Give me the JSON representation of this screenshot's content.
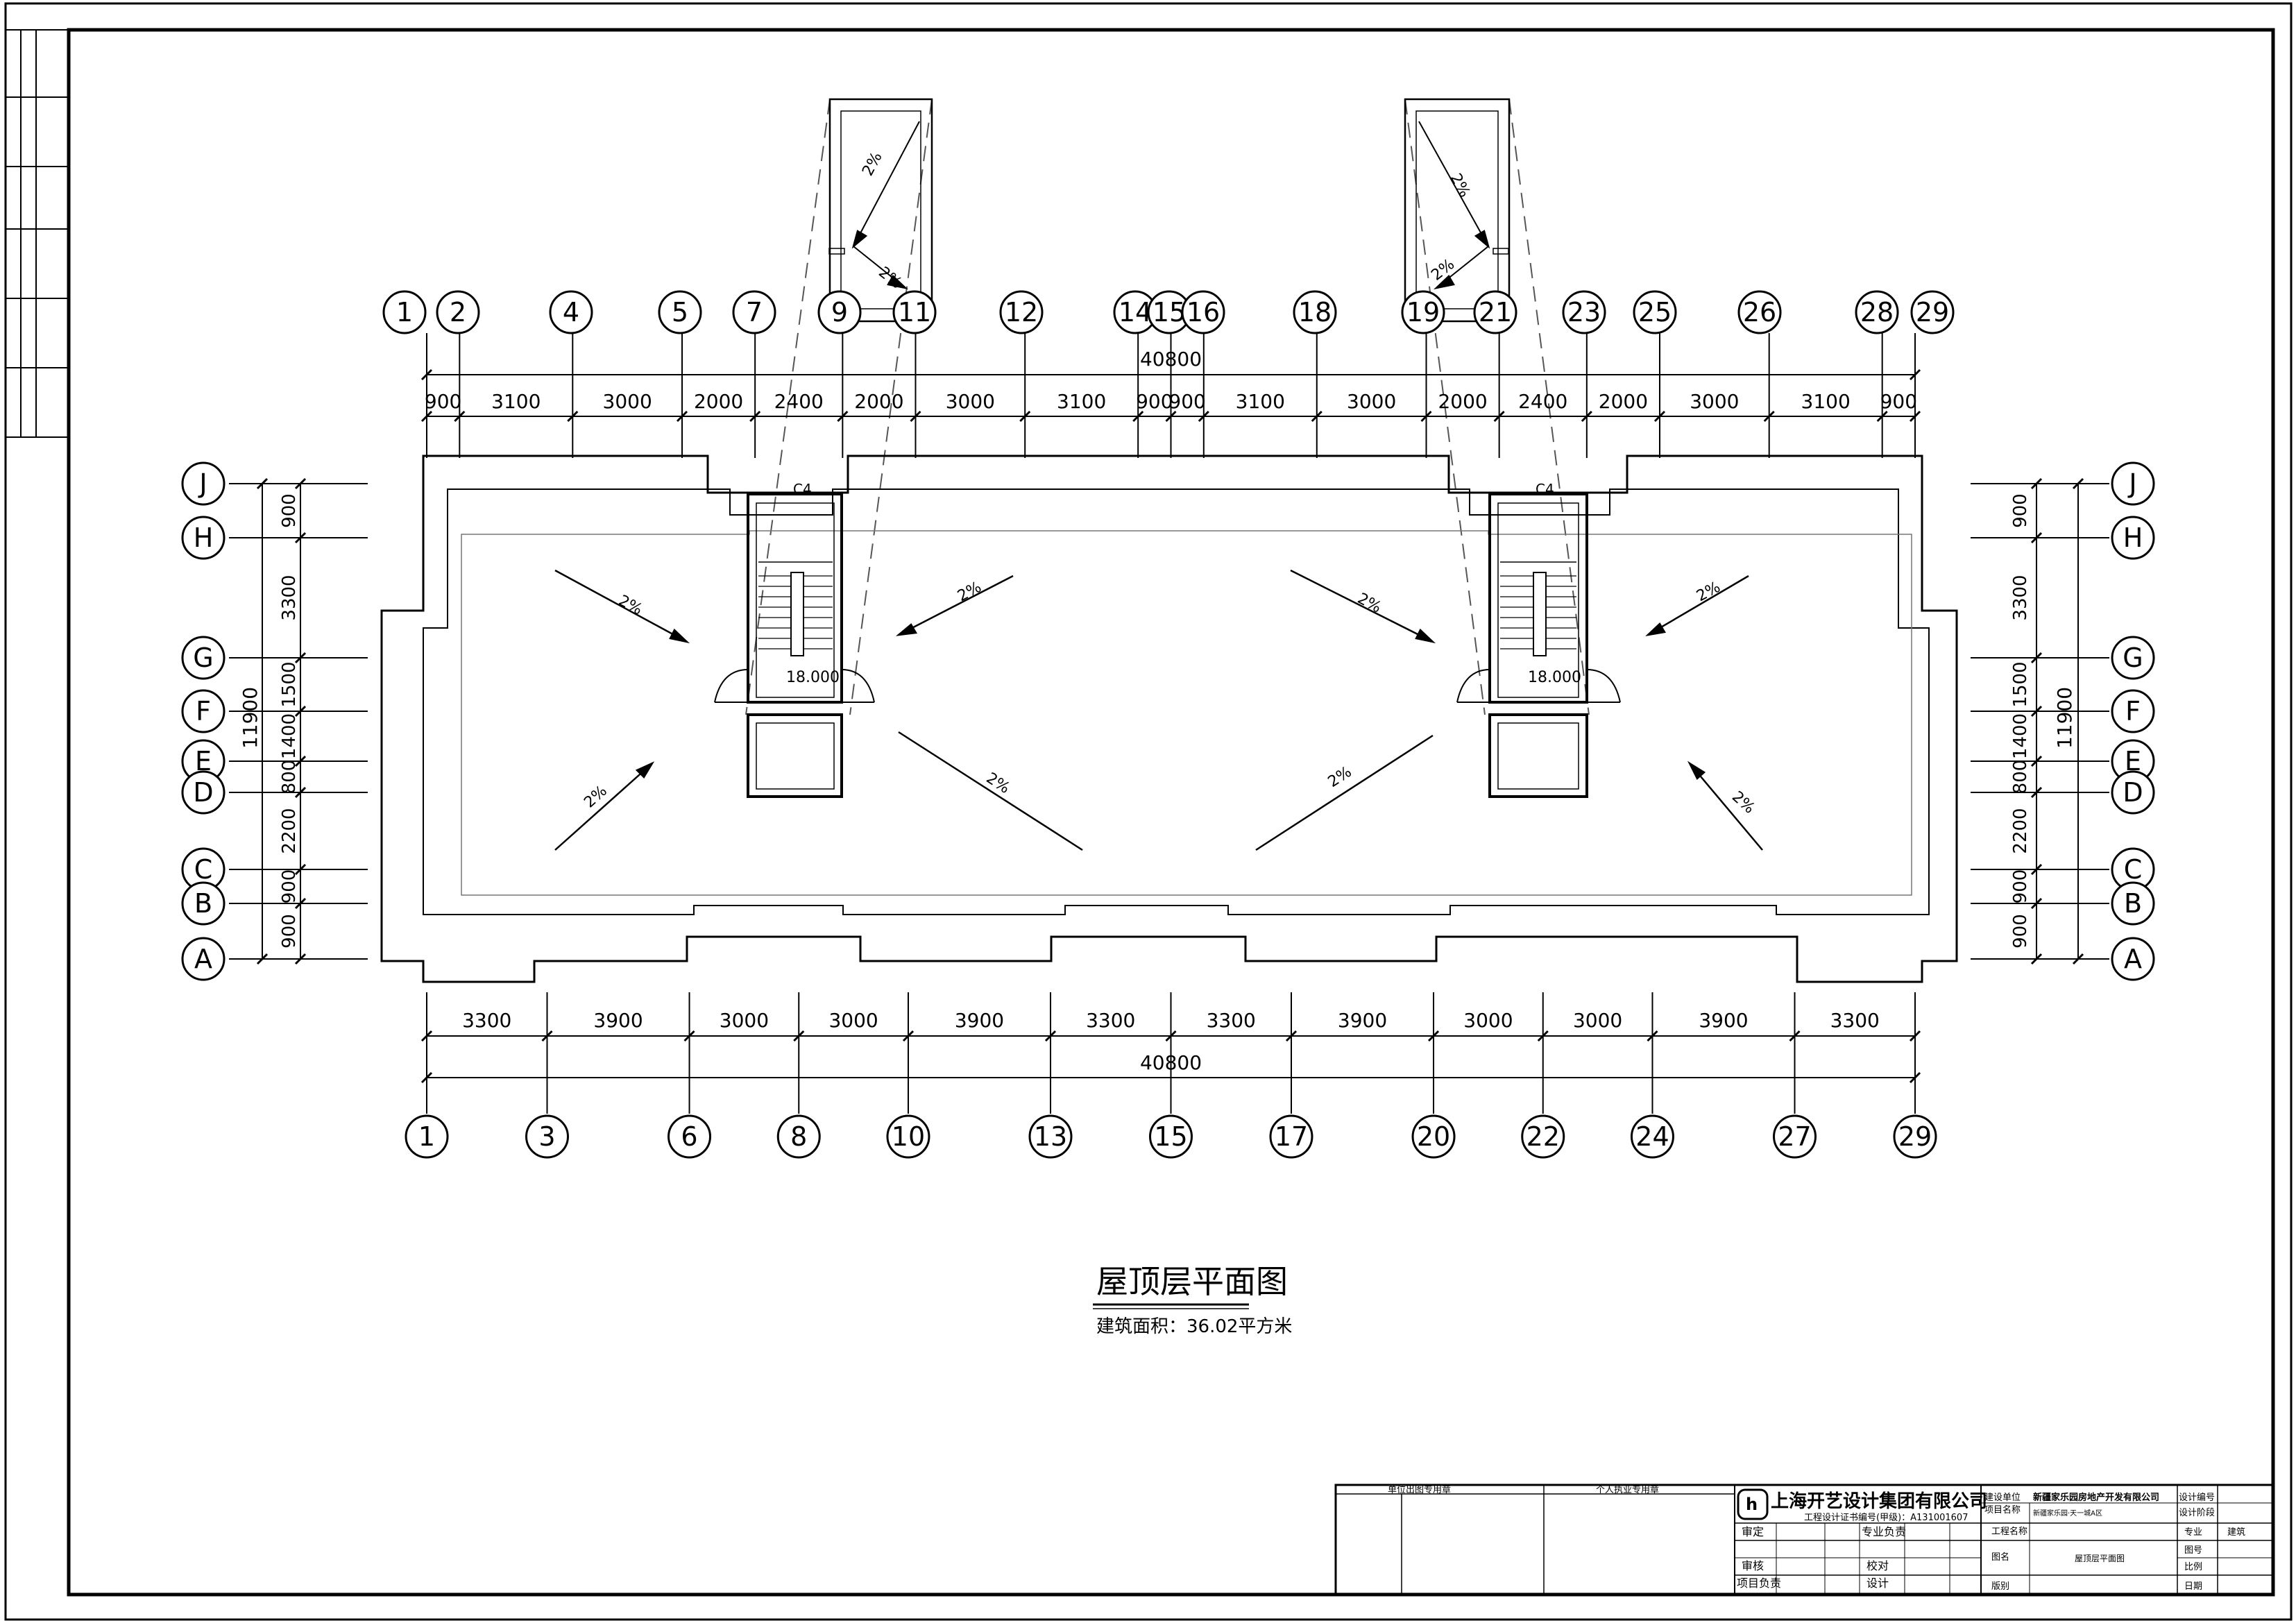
{
  "drawing": {
    "title": "屋顶层平面图",
    "area_note": "建筑面积：36.02平方米",
    "stair_level_1": "18.000",
    "stair_level_2": "18.000",
    "stair_tag_1": "C4",
    "stair_tag_2": "C4",
    "slope_label": "2%",
    "top_axes": [
      "1",
      "2",
      "4",
      "5",
      "7",
      "9",
      "11",
      "12",
      "14",
      "15",
      "16",
      "18",
      "19",
      "21",
      "23",
      "25",
      "26",
      "28",
      "29"
    ],
    "top_dims": [
      "900",
      "3100",
      "3000",
      "2000",
      "2400",
      "2000",
      "3000",
      "3100",
      "900",
      "900",
      "3100",
      "3000",
      "2000",
      "2400",
      "2000",
      "3000",
      "3100",
      "900"
    ],
    "top_total": "40800",
    "bottom_axes": [
      "1",
      "3",
      "6",
      "8",
      "10",
      "13",
      "15",
      "17",
      "20",
      "22",
      "24",
      "27",
      "29"
    ],
    "bottom_dims": [
      "3300",
      "3900",
      "3000",
      "3000",
      "3900",
      "3300",
      "3300",
      "3900",
      "3000",
      "3000",
      "3900",
      "3300"
    ],
    "bottom_total": "40800",
    "side_axes": [
      "J",
      "H",
      "G",
      "F",
      "E",
      "D",
      "C",
      "B",
      "A"
    ],
    "side_dims": [
      "900",
      "3300",
      "1500",
      "1400",
      "800",
      "2200",
      "900",
      "900"
    ],
    "side_total": "11900"
  },
  "title_block": {
    "company": "上海开艺设计集团有限公司",
    "cert": "工程设计证书编号(甲级)：A131001607",
    "header_unit": "单位出图专用章",
    "header_personal": "个人执业专用章",
    "labels": {
      "shending": "审定",
      "shenhe": "审核",
      "xiangmu": "项目负责",
      "zhuanye_fuze": "专业负责",
      "jiaodui": "校对",
      "sheji": "设计",
      "jianshe": "建设单位",
      "xiangmu_mingcheng": "项目名称",
      "gongcheng": "工程名称",
      "tuming": "图名",
      "banben": "版别",
      "sheji_bianhao": "设计编号",
      "sheji_jieduan": "设计阶段",
      "zhuanye": "专业",
      "tuhao": "图号",
      "bili": "比例",
      "riqi": "日期"
    },
    "values": {
      "client": "新疆家乐园房地产开发有限公司",
      "project": "新疆家乐园·天一城A区",
      "drawing_name": "屋顶层平面图",
      "discipline": "建筑"
    }
  }
}
